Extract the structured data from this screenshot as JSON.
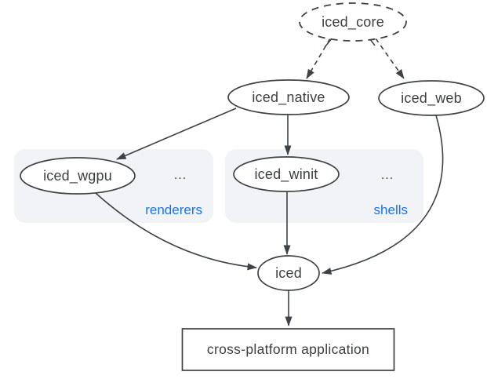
{
  "diagram": {
    "description": "Dependency graph of the iced crate ecosystem flowing top-down into a cross-platform application",
    "nodes": {
      "iced_core": {
        "label": "iced_core",
        "shape": "ellipse",
        "border": "dashed"
      },
      "iced_native": {
        "label": "iced_native",
        "shape": "ellipse",
        "border": "solid"
      },
      "iced_web": {
        "label": "iced_web",
        "shape": "ellipse",
        "border": "solid"
      },
      "iced_wgpu": {
        "label": "iced_wgpu",
        "shape": "ellipse",
        "border": "solid",
        "group": "renderers"
      },
      "iced_winit": {
        "label": "iced_winit",
        "shape": "ellipse",
        "border": "solid",
        "group": "shells"
      },
      "iced": {
        "label": "iced",
        "shape": "ellipse",
        "border": "solid"
      },
      "application": {
        "label": "cross-platform application",
        "shape": "rect",
        "border": "solid"
      }
    },
    "groups": {
      "renderers": {
        "label": "renderers",
        "ellipsis": "..."
      },
      "shells": {
        "label": "shells",
        "ellipsis": "..."
      }
    },
    "edges": [
      {
        "from": "iced_core",
        "to": "iced_native",
        "style": "dashed"
      },
      {
        "from": "iced_core",
        "to": "iced_web",
        "style": "dashed"
      },
      {
        "from": "iced_native",
        "to": "iced_wgpu",
        "style": "solid"
      },
      {
        "from": "iced_native",
        "to": "iced_winit",
        "style": "solid"
      },
      {
        "from": "iced_wgpu",
        "to": "iced",
        "style": "solid"
      },
      {
        "from": "iced_winit",
        "to": "iced",
        "style": "solid"
      },
      {
        "from": "iced_web",
        "to": "iced",
        "style": "solid"
      },
      {
        "from": "iced",
        "to": "application",
        "style": "solid"
      }
    ],
    "colors": {
      "stroke": "#3d4247",
      "text": "#3b4043",
      "group_label": "#1a73e8",
      "group_background": "#f1f3f6",
      "node_fill": "#ffffff",
      "canvas": "#ffffff"
    }
  }
}
